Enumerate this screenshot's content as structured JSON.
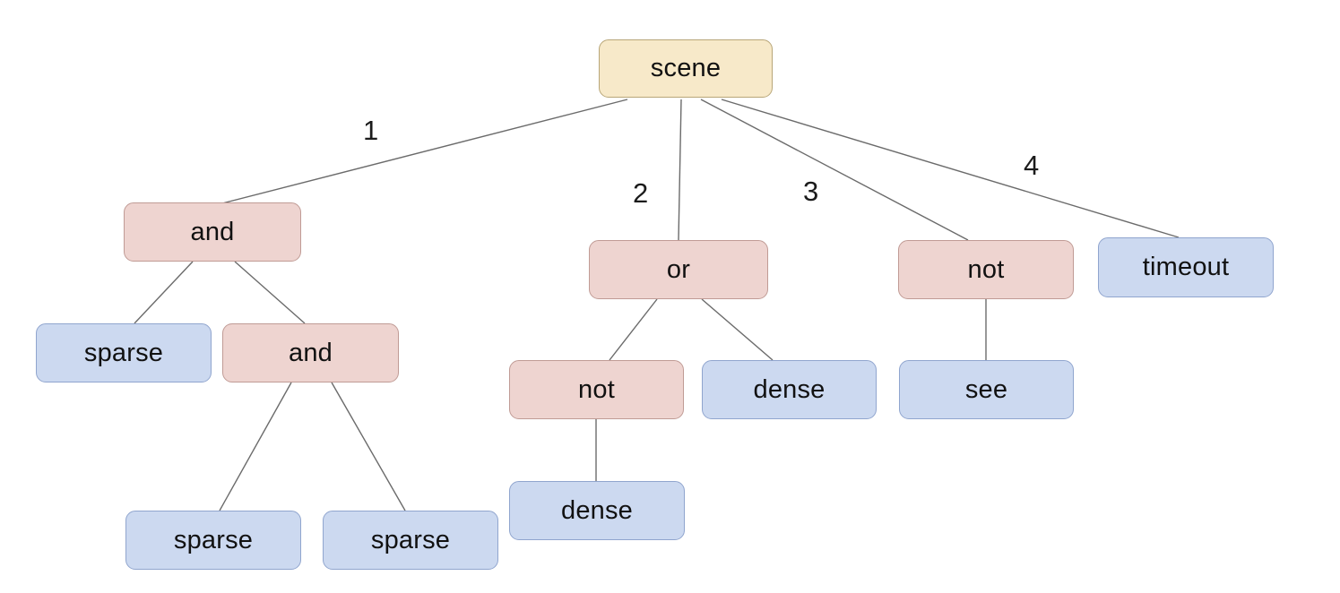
{
  "diagram": {
    "type": "tree",
    "root": "scene",
    "colors": {
      "background": "#ffffff",
      "root_fill": "#f7e9c9",
      "root_border": "#b8a678",
      "operator_fill": "#eed4d0",
      "operator_border": "#c09b95",
      "leaf_fill": "#ccd9f0",
      "leaf_border": "#90a5ce",
      "edge": "#6b6b6b"
    },
    "nodes": {
      "scene": {
        "label": "scene",
        "type": "root"
      },
      "and1": {
        "label": "and",
        "type": "operator"
      },
      "or1": {
        "label": "or",
        "type": "operator"
      },
      "not1": {
        "label": "not",
        "type": "operator"
      },
      "timeout": {
        "label": "timeout",
        "type": "leaf"
      },
      "sparse1": {
        "label": "sparse",
        "type": "leaf"
      },
      "and2": {
        "label": "and",
        "type": "operator"
      },
      "not2": {
        "label": "not",
        "type": "operator"
      },
      "dense1": {
        "label": "dense",
        "type": "leaf"
      },
      "see1": {
        "label": "see",
        "type": "leaf"
      },
      "sparse2": {
        "label": "sparse",
        "type": "leaf"
      },
      "sparse3": {
        "label": "sparse",
        "type": "leaf"
      },
      "dense2": {
        "label": "dense",
        "type": "leaf"
      }
    },
    "edges": [
      {
        "from": "scene",
        "to": "and1",
        "label": "1"
      },
      {
        "from": "scene",
        "to": "or1",
        "label": "2"
      },
      {
        "from": "scene",
        "to": "not1",
        "label": "3"
      },
      {
        "from": "scene",
        "to": "timeout",
        "label": "4"
      },
      {
        "from": "and1",
        "to": "sparse1",
        "label": ""
      },
      {
        "from": "and1",
        "to": "and2",
        "label": ""
      },
      {
        "from": "and2",
        "to": "sparse2",
        "label": ""
      },
      {
        "from": "and2",
        "to": "sparse3",
        "label": ""
      },
      {
        "from": "or1",
        "to": "not2",
        "label": ""
      },
      {
        "from": "or1",
        "to": "dense1",
        "label": ""
      },
      {
        "from": "not2",
        "to": "dense2",
        "label": ""
      },
      {
        "from": "not1",
        "to": "see1",
        "label": ""
      }
    ]
  }
}
